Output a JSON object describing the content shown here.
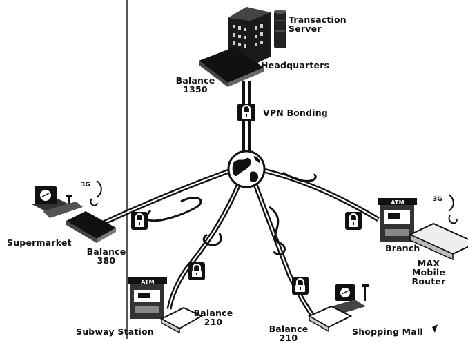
{
  "nodes": {
    "transaction_server": "Transaction\nServer",
    "headquarters": "Headquarters",
    "balance_1350": "Balance\n1350",
    "vpn_bonding": "VPN Bonding",
    "supermarket": "Supermarket",
    "balance_380": "Balance\n380",
    "balance_210": "Balance\n210",
    "subway_station": "Subway Station",
    "balance_210_b": "Balance\n210",
    "shopping_mall": "Shopping Mall",
    "branch": "Branch",
    "max_mobile_router": "MAX\nMobile\nRouter",
    "signal_left": "3G",
    "signal_right": "3G",
    "atm_subway": "ATM",
    "atm_branch": "ATM"
  },
  "colors": {
    "ink": "#111111",
    "paper": "#ffffff",
    "gray": "#bdbdbd"
  },
  "icons": [
    "server-icon",
    "building-icon",
    "router-icon",
    "globe-icon",
    "lock-icon",
    "pc-icon",
    "atm-icon",
    "antenna-icon"
  ]
}
